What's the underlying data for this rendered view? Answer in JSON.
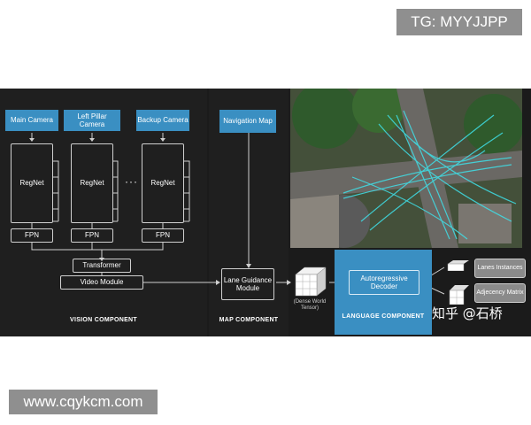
{
  "watermark_top": "TG: MYYJJPP",
  "watermark_bottom": "www.cqykcm.com",
  "watermark_zhihu": "知乎 @石桥",
  "vision": {
    "cameras": [
      "Main Camera",
      "Left Pillar Camera",
      "Backup Camera"
    ],
    "regnet": "RegNet",
    "fpn": "FPN",
    "ellipsis": "···",
    "transformer": "Transformer",
    "video_module": "Video Module",
    "caption": "VISION COMPONENT"
  },
  "map": {
    "navigation": "Navigation Map",
    "lane_guidance": "Lane Guidance Module",
    "caption": "MAP COMPONENT"
  },
  "tensor_label": "(Dense World Tensor)",
  "language": {
    "decoder": "Autoregressive Decoder",
    "caption": "LANGUAGE COMPONENT",
    "outputs": [
      "Lanes Instances",
      "Adjecency Matrix"
    ]
  },
  "colors": {
    "accent_blue": "#3a8fc2",
    "background": "#1b1b1b",
    "lane_cyan": "#3fe0e8"
  }
}
